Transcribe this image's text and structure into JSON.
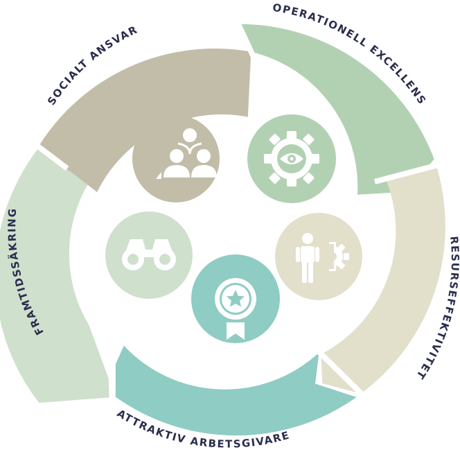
{
  "diagram": {
    "segments": [
      {
        "id": "socialt-ansvar",
        "label": "SOCIALT ANSVAR",
        "color": "#c2bda8",
        "icon": "people-hierarchy-icon",
        "icon_color": "#c2bda8"
      },
      {
        "id": "operationell-excellens",
        "label": "OPERATIONELL EXCELLENS",
        "color": "#b2d1b3",
        "icon": "gear-eye-icon",
        "icon_color": "#b2d1b3"
      },
      {
        "id": "resurseffektivitet",
        "label": "RESURSEFFEKTIVITET",
        "color": "#e2dfcb",
        "icon": "person-gear-icon",
        "icon_color": "#e2dfcb"
      },
      {
        "id": "attraktiv-arbetsgivare",
        "label": "ATTRAKTIV ARBETSGIVARE",
        "color": "#8fccc3",
        "icon": "award-star-icon",
        "icon_color": "#8fccc3"
      },
      {
        "id": "framtidssakring",
        "label": "FRAMTIDSSÄKRING",
        "color": "#cfe0cd",
        "icon": "binoculars-icon",
        "icon_color": "#cfe0cd"
      }
    ],
    "label_color": "#2a2c4d",
    "background": "#ffffff"
  }
}
